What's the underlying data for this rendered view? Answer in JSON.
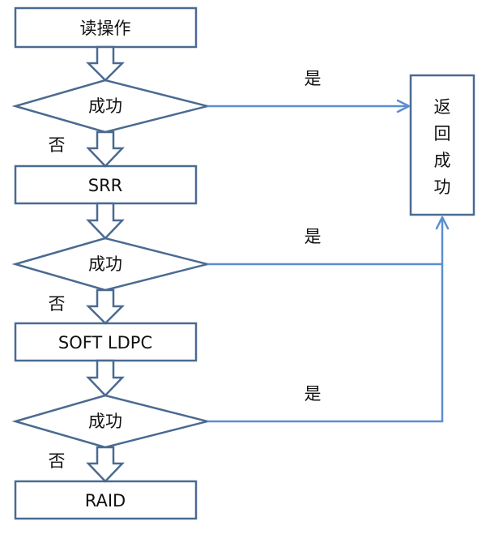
{
  "steps": {
    "read_op": "读操作",
    "srr": "SRR",
    "soft_ldpc": "SOFT LDPC",
    "raid": "RAID"
  },
  "decisions": {
    "d1": "成功",
    "d2": "成功",
    "d3": "成功"
  },
  "edge_labels": {
    "yes1": "是",
    "yes2": "是",
    "yes3": "是",
    "no1": "否",
    "no2": "否",
    "no3": "否"
  },
  "result": {
    "chars": [
      "返",
      "回",
      "成",
      "功"
    ]
  }
}
